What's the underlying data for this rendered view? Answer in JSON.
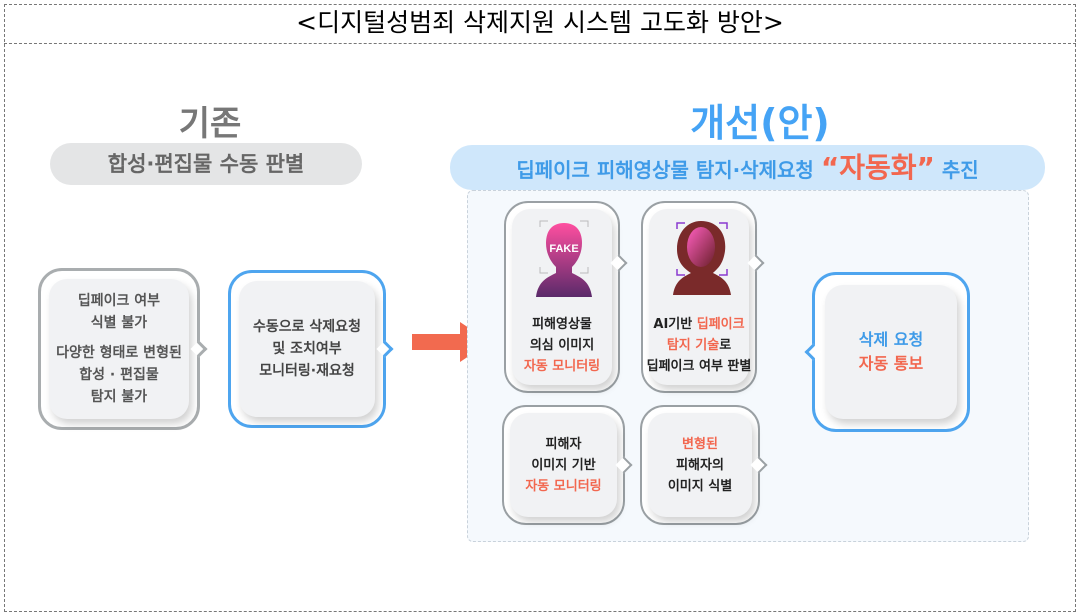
{
  "title": "<디지털성범죄 삭제지원 시스템 고도화 방안>",
  "before": {
    "heading": "기존",
    "pill": "합성·편집물 수동 판별",
    "box1": {
      "line1": "딥페이크 여부",
      "line2": "식별 불가",
      "line3": "다양한 형태로 변형된",
      "line4": "합성 · 편집물",
      "line5": "탐지 불가"
    },
    "box2": {
      "line1": "수동으로 삭제요청",
      "line2": "및 조치여부",
      "line3": "모니터링·재요청"
    }
  },
  "after": {
    "heading": "개선(안)",
    "pill_pre": "딥페이크 피해영상물 탐지·삭제요청 ",
    "pill_highlight": "“자동화”",
    "pill_post": " 추진",
    "card1": {
      "fake_label": "FAKE",
      "line1": "피해영상물",
      "line2": "의심 이미지",
      "line3": "자동 모니터링"
    },
    "card2": {
      "line1a": "AI기반 ",
      "line1b": "딥페이크",
      "line2a": "탐지 기술",
      "line2b": "로",
      "line3": "딥페이크 여부 판별"
    },
    "card3": {
      "line1": "피해자",
      "line2": "이미지 기반",
      "line3": "자동 모니터링"
    },
    "card4": {
      "line1": "변형된",
      "line2": "피해자의",
      "line3": "이미지 식별"
    },
    "result": {
      "line1": "삭제 요청",
      "line2": "자동 통보"
    }
  },
  "colors": {
    "blue": "#45a3f5",
    "red": "#f2674f",
    "gray": "#777777"
  }
}
